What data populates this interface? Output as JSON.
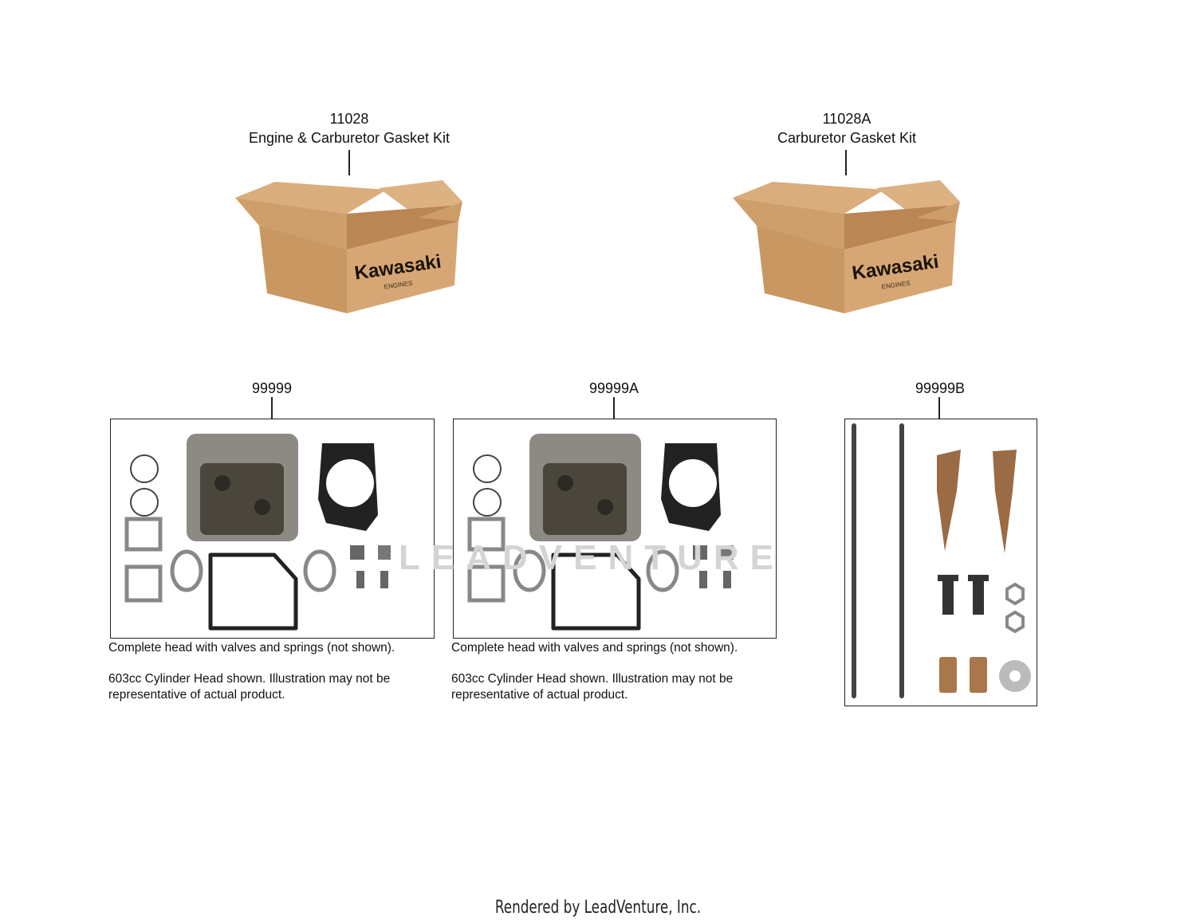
{
  "kits": [
    {
      "part_number": "11028",
      "description": "Engine & Carburetor Gasket Kit",
      "box_logo": "Kawasaki",
      "box_logo_sub": "ENGINES"
    },
    {
      "part_number": "11028A",
      "description": "Carburetor Gasket Kit",
      "box_logo": "Kawasaki",
      "box_logo_sub": "ENGINES"
    }
  ],
  "assemblies": [
    {
      "part_number": "99999",
      "caption_1": "Complete head with valves and springs (not shown).",
      "caption_2": "603cc Cylinder Head shown. Illustration may not be representative of actual product."
    },
    {
      "part_number": "99999A",
      "caption_1": "Complete head with valves and springs (not shown).",
      "caption_2": "603cc Cylinder Head shown. Illustration may not be representative of actual product."
    },
    {
      "part_number": "99999B"
    }
  ],
  "watermark": "LEADVENTURE",
  "footer": "Rendered by LeadVenture, Inc."
}
